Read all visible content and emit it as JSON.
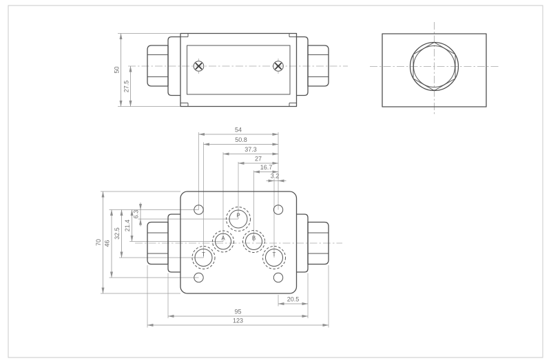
{
  "drawing_title": "hydraulic-sandwich-valve-3-view-dimension-drawing",
  "colors": {
    "outline": "#4f4f4f",
    "dimension_lines": "#8f8f8f",
    "centerline": "#a6a6a6",
    "text": "#6e6e6e",
    "border": "#c8c8c8",
    "background": "#ffffff"
  },
  "front_view": {
    "dim_height": "50",
    "dim_axis": "27.5"
  },
  "bottom_view": {
    "dims_top": {
      "d54": "54",
      "d50_8": "50.8",
      "d37_3": "37.3",
      "d27": "27",
      "d16_7": "16.7",
      "d3_2": "3.2"
    },
    "dims_left": {
      "d70": "70",
      "d46": "46",
      "d32_5": "32.5",
      "d21_4": "21.4",
      "d6_3": "6.3"
    },
    "dims_bottom": {
      "d20_5": "20.5",
      "d95": "95",
      "d123": "123"
    },
    "ports": {
      "p": "P",
      "a": "A",
      "b": "B",
      "t_left": "T",
      "t_right": "T"
    }
  }
}
